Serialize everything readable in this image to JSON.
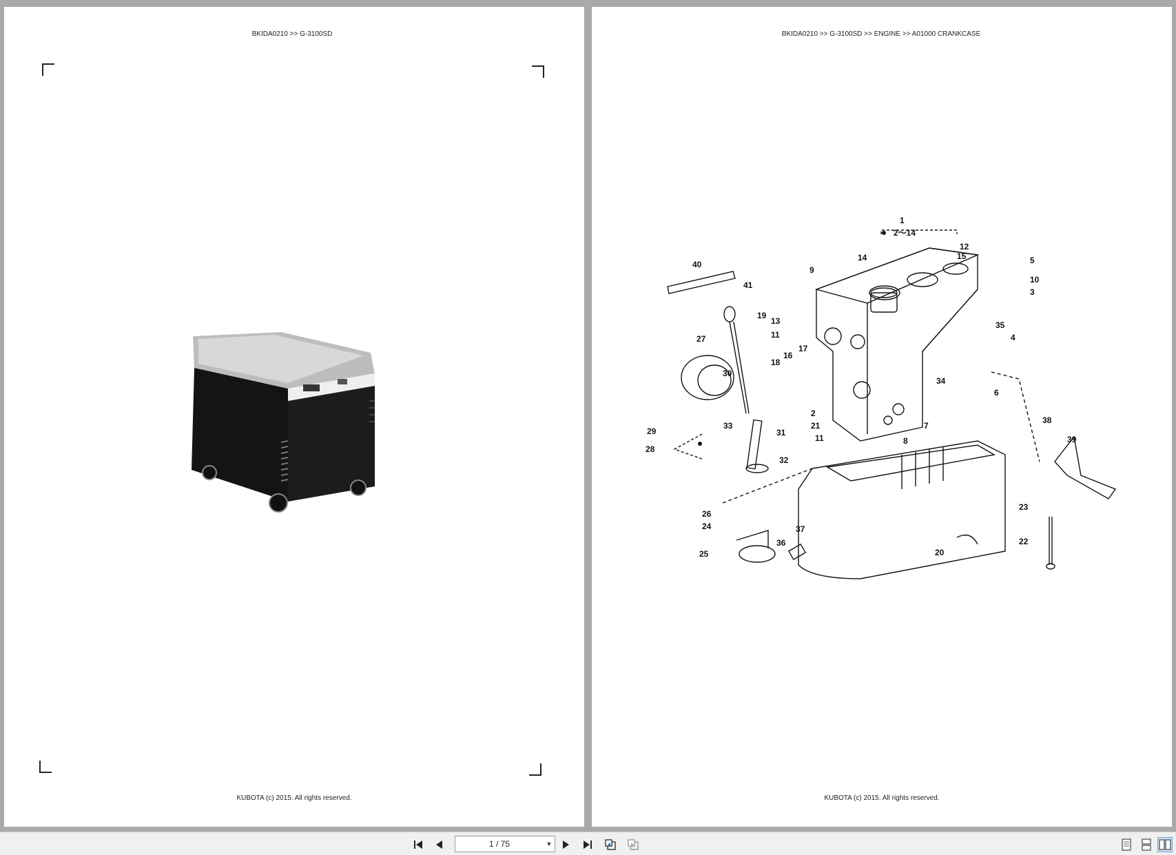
{
  "left_page": {
    "header": "BKIDA0210 >> G-3100SD",
    "footer": "KUBOTA (c) 2015. All rights reserved."
  },
  "right_page": {
    "header": "BKIDA0210 >> G-3100SD >> ENGINE >> A01000   CRANKCASE",
    "footer": "KUBOTA (c) 2015. All rights reserved.",
    "diagram_labels": {
      "l1": "1",
      "l2_14": "2～14",
      "l12": "12",
      "l15": "15",
      "l5": "5",
      "l10": "10",
      "l3": "3",
      "l14": "14",
      "l9": "9",
      "l40": "40",
      "l41": "41",
      "l19": "19",
      "l13": "13",
      "l11a": "11",
      "l35": "35",
      "l4": "4",
      "l27": "27",
      "l17": "17",
      "l16": "16",
      "l18": "18",
      "l30": "30",
      "l34": "34",
      "l6": "6",
      "l2": "2",
      "l29": "29",
      "l33": "33",
      "l31": "31",
      "l21": "21",
      "l11b": "11",
      "l7": "7",
      "l8": "8",
      "l38": "38",
      "l39": "39",
      "l28": "28",
      "l32": "32",
      "l26": "26",
      "l24": "24",
      "l37": "37",
      "l23": "23",
      "l36": "36",
      "l22": "22",
      "l25": "25",
      "l20": "20"
    }
  },
  "toolbar": {
    "page_indicator": "1 / 75"
  }
}
